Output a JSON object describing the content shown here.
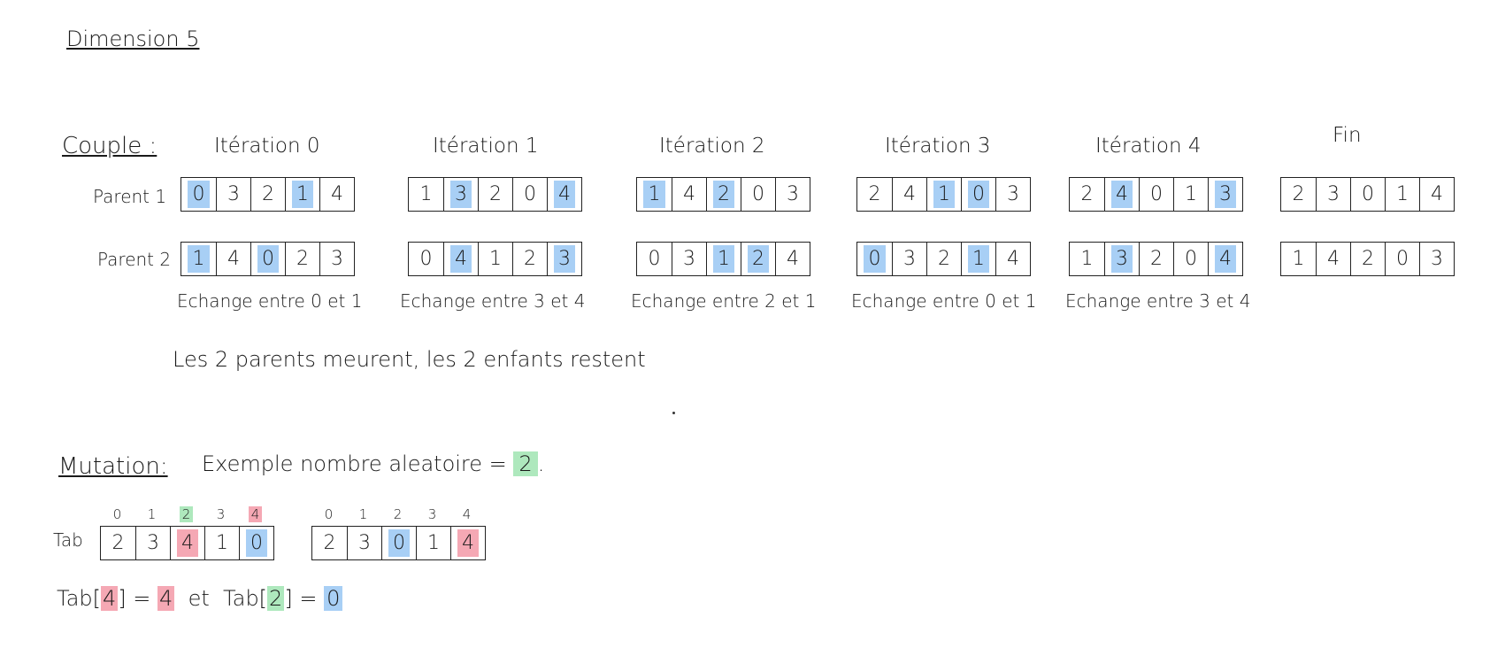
{
  "title": "Dimension 5",
  "colors": {
    "blue": "#a8cff5",
    "red": "#f5a8b4",
    "green": "#aee8bd",
    "ink": "#1a1a1a"
  },
  "couple": {
    "label": "Couple :",
    "parent1_label": "Parent 1",
    "parent2_label": "Parent 2",
    "iterations": [
      {
        "label": "Itération 0",
        "p1": [
          {
            "v": "0",
            "hl": true
          },
          {
            "v": "3",
            "hl": false
          },
          {
            "v": "2",
            "hl": false
          },
          {
            "v": "1",
            "hl": true
          },
          {
            "v": "4",
            "hl": false
          }
        ],
        "p2": [
          {
            "v": "1",
            "hl": true
          },
          {
            "v": "4",
            "hl": false
          },
          {
            "v": "0",
            "hl": true
          },
          {
            "v": "2",
            "hl": false
          },
          {
            "v": "3",
            "hl": false
          }
        ],
        "caption": "Echange entre 0 et 1"
      },
      {
        "label": "Itération 1",
        "p1": [
          {
            "v": "1",
            "hl": false
          },
          {
            "v": "3",
            "hl": true
          },
          {
            "v": "2",
            "hl": false
          },
          {
            "v": "0",
            "hl": false
          },
          {
            "v": "4",
            "hl": true
          }
        ],
        "p2": [
          {
            "v": "0",
            "hl": false
          },
          {
            "v": "4",
            "hl": true
          },
          {
            "v": "1",
            "hl": false
          },
          {
            "v": "2",
            "hl": false
          },
          {
            "v": "3",
            "hl": true
          }
        ],
        "caption": "Echange entre 3 et 4"
      },
      {
        "label": "Itération 2",
        "p1": [
          {
            "v": "1",
            "hl": true
          },
          {
            "v": "4",
            "hl": false
          },
          {
            "v": "2",
            "hl": true
          },
          {
            "v": "0",
            "hl": false
          },
          {
            "v": "3",
            "hl": false
          }
        ],
        "p2": [
          {
            "v": "0",
            "hl": false
          },
          {
            "v": "3",
            "hl": false
          },
          {
            "v": "1",
            "hl": true
          },
          {
            "v": "2",
            "hl": true
          },
          {
            "v": "4",
            "hl": false
          }
        ],
        "caption": "Echange entre 2 et 1"
      },
      {
        "label": "Itération 3",
        "p1": [
          {
            "v": "2",
            "hl": false
          },
          {
            "v": "4",
            "hl": false
          },
          {
            "v": "1",
            "hl": true
          },
          {
            "v": "0",
            "hl": true
          },
          {
            "v": "3",
            "hl": false
          }
        ],
        "p2": [
          {
            "v": "0",
            "hl": true
          },
          {
            "v": "3",
            "hl": false
          },
          {
            "v": "2",
            "hl": false
          },
          {
            "v": "1",
            "hl": true
          },
          {
            "v": "4",
            "hl": false
          }
        ],
        "caption": "Echange entre 0 et 1"
      },
      {
        "label": "Itération 4",
        "p1": [
          {
            "v": "2",
            "hl": false
          },
          {
            "v": "4",
            "hl": true
          },
          {
            "v": "0",
            "hl": false
          },
          {
            "v": "1",
            "hl": false
          },
          {
            "v": "3",
            "hl": true
          }
        ],
        "p2": [
          {
            "v": "1",
            "hl": false
          },
          {
            "v": "3",
            "hl": true
          },
          {
            "v": "2",
            "hl": false
          },
          {
            "v": "0",
            "hl": false
          },
          {
            "v": "4",
            "hl": true
          }
        ],
        "caption": "Echange entre 3 et 4"
      },
      {
        "label": "Fin",
        "p1": [
          {
            "v": "2",
            "hl": false
          },
          {
            "v": "3",
            "hl": false
          },
          {
            "v": "0",
            "hl": false
          },
          {
            "v": "1",
            "hl": false
          },
          {
            "v": "4",
            "hl": false
          }
        ],
        "p2": [
          {
            "v": "1",
            "hl": false
          },
          {
            "v": "4",
            "hl": false
          },
          {
            "v": "2",
            "hl": false
          },
          {
            "v": "0",
            "hl": false
          },
          {
            "v": "3",
            "hl": false
          }
        ],
        "caption": ""
      }
    ],
    "note": "Les 2 parents meurent, les 2 enfants restent"
  },
  "mutation": {
    "label": "Mutation:",
    "example_prefix": "Exemple nombre aleatoire =",
    "example_value": "2",
    "example_suffix": ".",
    "tab_label": "Tab",
    "indices": [
      "0",
      "1",
      "2",
      "3",
      "4"
    ],
    "before": [
      {
        "v": "2",
        "c": ""
      },
      {
        "v": "3",
        "c": ""
      },
      {
        "v": "4",
        "c": "red"
      },
      {
        "v": "1",
        "c": ""
      },
      {
        "v": "0",
        "c": "blue"
      }
    ],
    "before_index_colors": [
      "",
      "",
      "green",
      "",
      "red"
    ],
    "after": [
      {
        "v": "2",
        "c": ""
      },
      {
        "v": "3",
        "c": ""
      },
      {
        "v": "0",
        "c": "blue"
      },
      {
        "v": "1",
        "c": ""
      },
      {
        "v": "4",
        "c": "red"
      }
    ],
    "formula": {
      "part1_prefix": "Tab[",
      "part1_index": "4",
      "part1_close": "]",
      "eq1": "=",
      "val1": "4",
      "conj": "et",
      "part2_prefix": "Tab[",
      "part2_index": "2",
      "part2_close": "]",
      "eq2": "=",
      "val2": "0"
    }
  }
}
